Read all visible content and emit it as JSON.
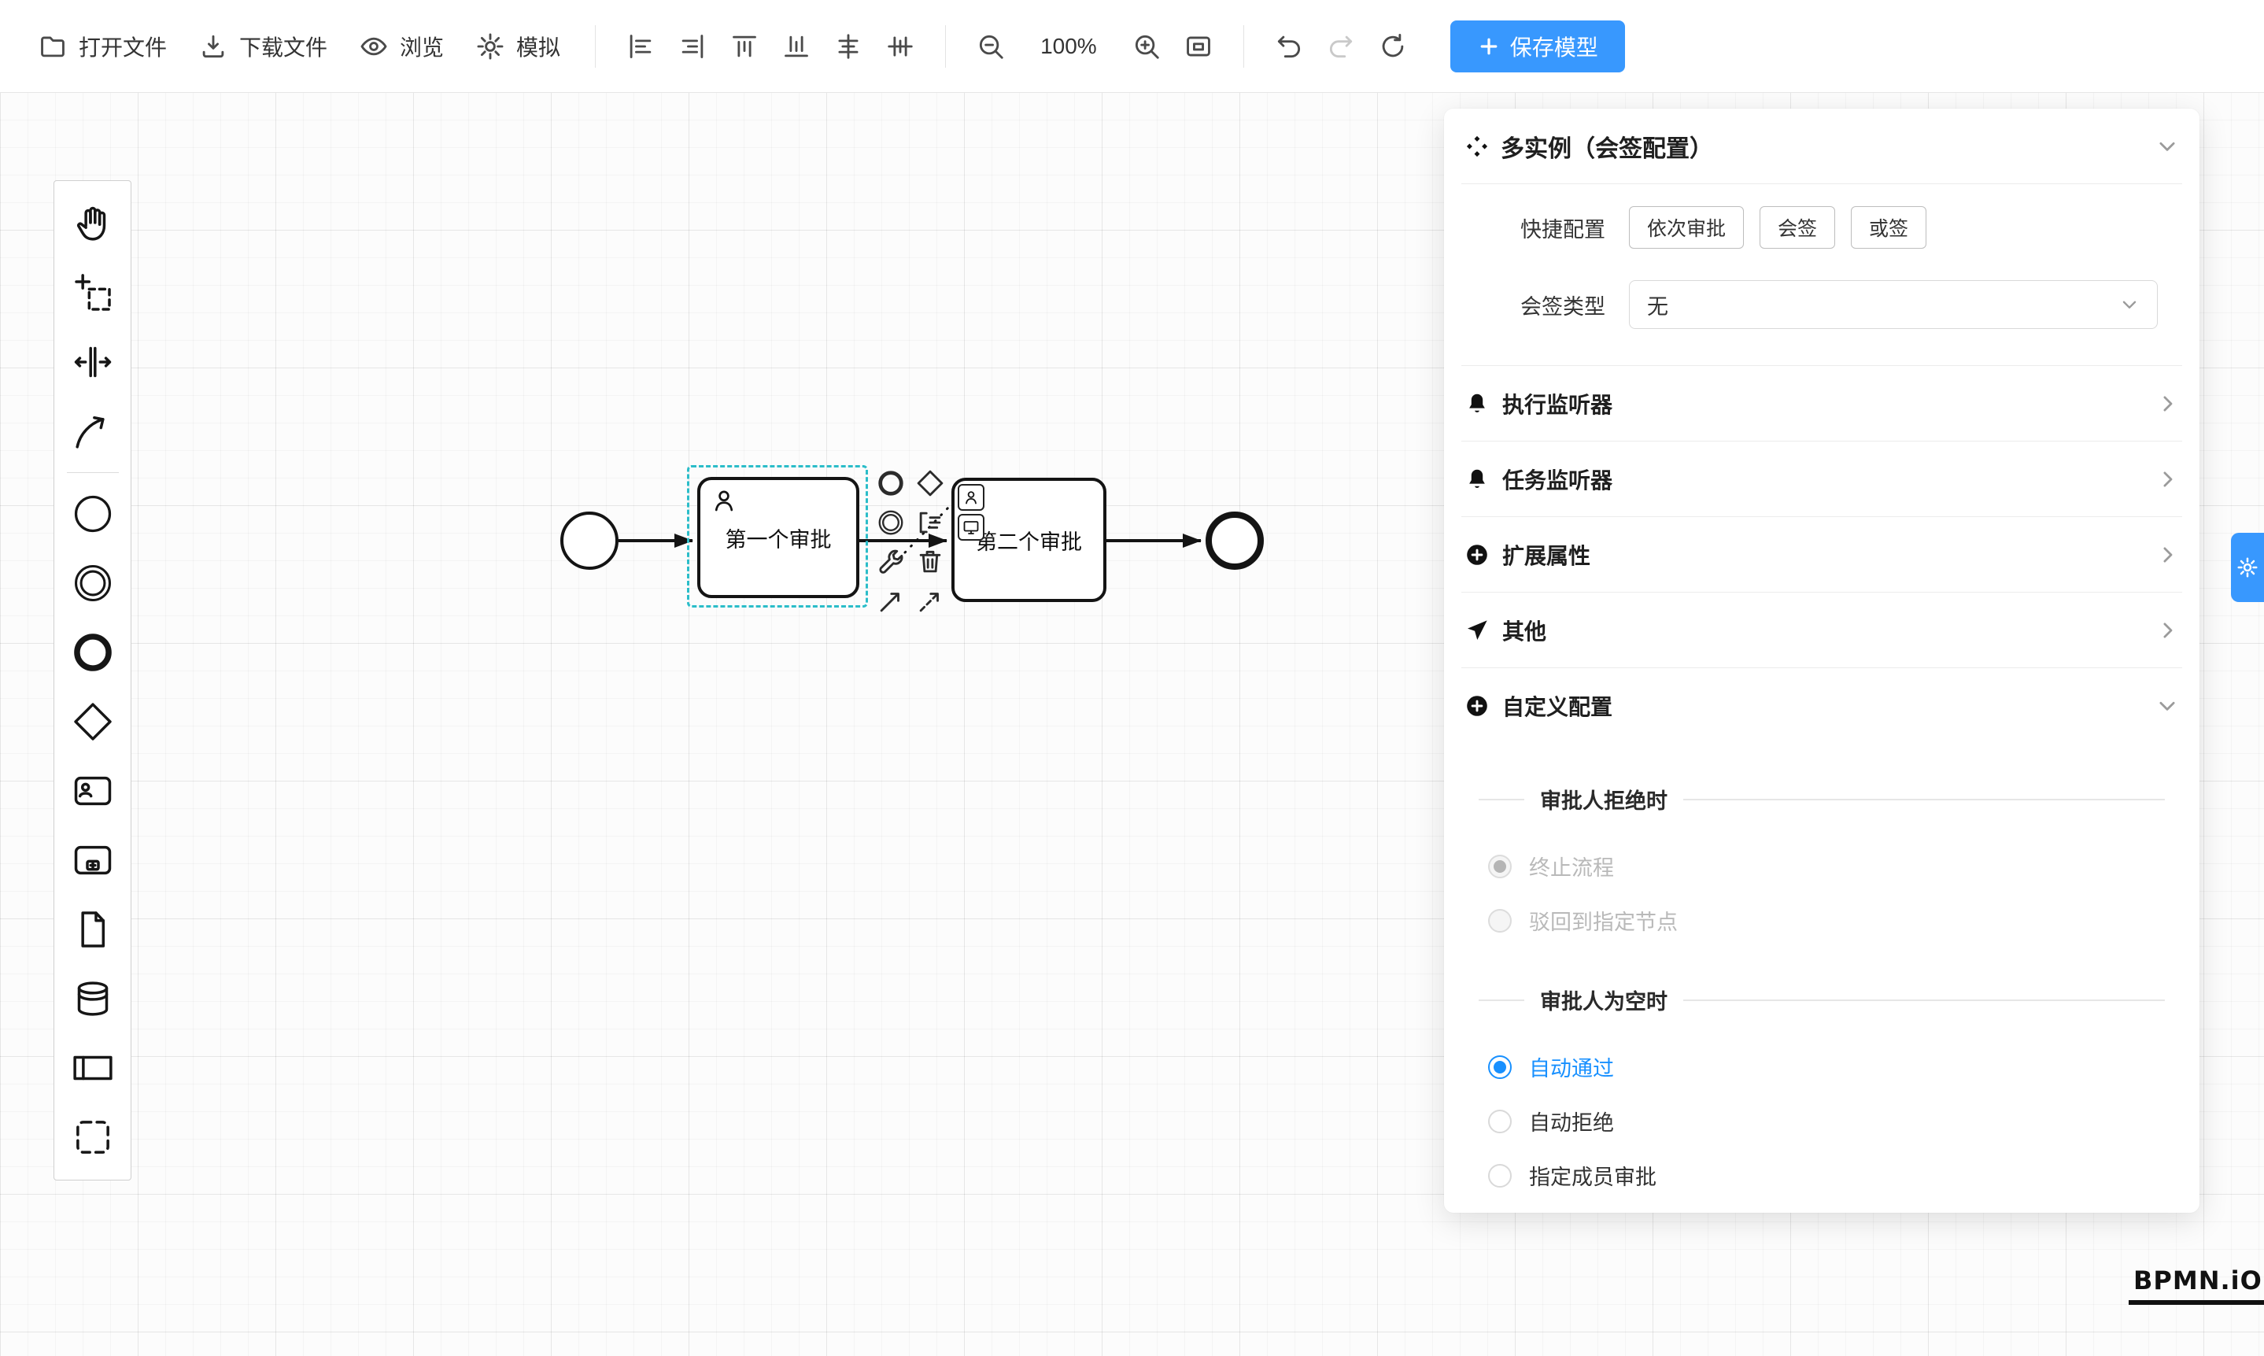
{
  "toolbar": {
    "open_label": "打开文件",
    "download_label": "下载文件",
    "preview_label": "浏览",
    "simulate_label": "模拟",
    "zoom_value": "100%",
    "save_label": "保存模型"
  },
  "palette": {
    "tools": [
      "hand-tool",
      "lasso-tool",
      "space-tool",
      "global-connect-tool",
      "start-event",
      "intermediate-event",
      "end-event",
      "gateway",
      "user-task",
      "subprocess",
      "data-object",
      "data-store",
      "participant",
      "group"
    ]
  },
  "canvas": {
    "task1_label": "第一个审批",
    "task2_label": "第二个审批"
  },
  "panel": {
    "title": "多实例（会签配置）",
    "quick_label": "快捷配置",
    "quick_options": [
      "依次审批",
      "会签",
      "或签"
    ],
    "sign_type_label": "会签类型",
    "sign_type_value": "无",
    "sections": [
      {
        "label": "执行监听器",
        "icon": "bell-icon"
      },
      {
        "label": "任务监听器",
        "icon": "bell-icon"
      },
      {
        "label": "扩展属性",
        "icon": "plus-circle-icon"
      },
      {
        "label": "其他",
        "icon": "send-icon"
      },
      {
        "label": "自定义配置",
        "icon": "plus-circle-icon"
      }
    ],
    "reject_title": "审批人拒绝时",
    "reject_options": [
      {
        "label": "终止流程",
        "selected": true,
        "disabled": true
      },
      {
        "label": "驳回到指定节点",
        "selected": false,
        "disabled": true
      }
    ],
    "empty_title": "审批人为空时",
    "empty_options": [
      {
        "label": "自动通过",
        "selected": true,
        "disabled": false
      },
      {
        "label": "自动拒绝",
        "selected": false,
        "disabled": false
      },
      {
        "label": "指定成员审批",
        "selected": false,
        "disabled": false
      }
    ]
  },
  "logo": "BPMN.iO",
  "colors": {
    "accent": "#3898fe",
    "radio_checked": "#1890ff",
    "selection_outline": "#2bbdc9"
  },
  "icons": {
    "toolbar": [
      "folder-open-icon",
      "download-icon",
      "eye-icon",
      "gear-icon",
      "align-left-icon",
      "align-right-icon",
      "align-top-icon",
      "align-bottom-icon",
      "align-center-h-icon",
      "align-center-v-icon",
      "zoom-out-icon",
      "zoom-in-icon",
      "fit-view-icon",
      "undo-icon",
      "redo-icon",
      "refresh-icon",
      "plus-icon"
    ],
    "panel": [
      "multi-instance-icon",
      "bell-icon",
      "plus-circle-icon",
      "send-icon",
      "chevron-down-icon",
      "chevron-right-icon"
    ],
    "context_pad": [
      "end-event-icon",
      "gateway-icon",
      "intermediate-event-icon",
      "annotation-icon",
      "wrench-icon",
      "trash-icon",
      "connect-arrow-icon",
      "dashed-arrow-icon"
    ]
  }
}
